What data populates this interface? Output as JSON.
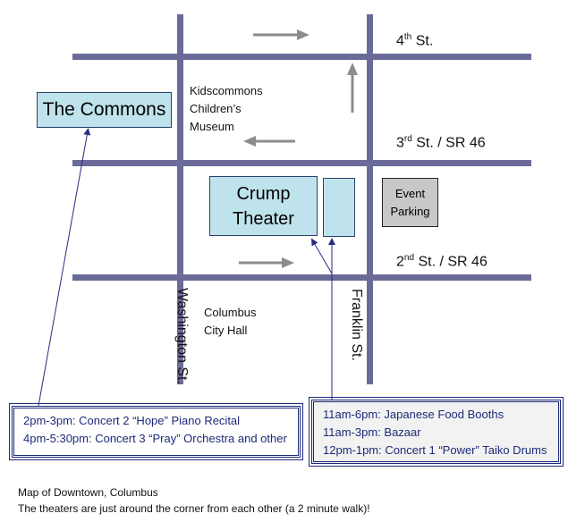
{
  "streets": {
    "fourth": {
      "num": "4",
      "sup": "th",
      "rest": " St."
    },
    "third": {
      "num": "3",
      "sup": "rd",
      "rest": " St. / SR 46"
    },
    "second": {
      "num": "2",
      "sup": "nd",
      "rest": " St. / SR 46"
    },
    "washington": "Washington St.",
    "franklin": "Franklin St."
  },
  "places": {
    "commons": "The Commons",
    "kidscommons": [
      "Kidscommons",
      "Children’s",
      "Museum"
    ],
    "crump": [
      "Crump",
      "Theater"
    ],
    "event_parking": [
      "Event",
      "Parking"
    ],
    "city_hall": [
      "Columbus",
      "City Hall"
    ]
  },
  "schedules": {
    "commons": [
      "2pm-3pm: Concert 2 “Hope”   Piano Recital",
      "4pm-5:30pm: Concert 3 “Pray” Orchestra and other"
    ],
    "crump": [
      "11am-6pm: Japanese Food Booths",
      "11am-3pm: Bazaar",
      "12pm-1pm: Concert 1 “Power” Taiko Drums"
    ]
  },
  "caption": {
    "line1": "Map of Downtown, Columbus",
    "line2": "The theaters are just around the corner from each other (a 2 minute walk)!"
  },
  "colors": {
    "street": "#6b6b9a",
    "arrow": "#8c8c8c",
    "building": "#bfe3ec",
    "parking": "#c8c8c8",
    "pointer": "#2a2a80"
  }
}
